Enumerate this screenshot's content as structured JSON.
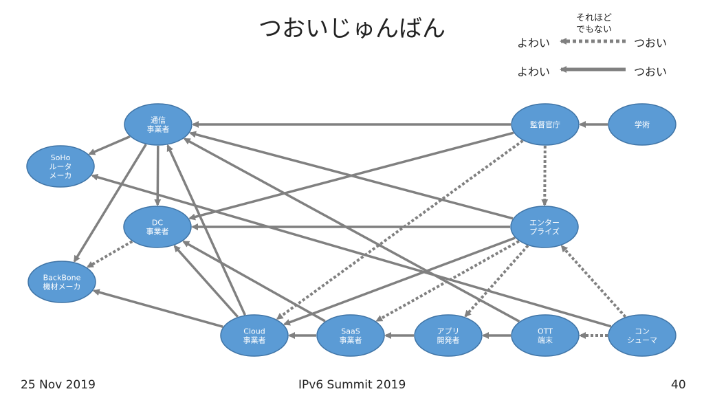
{
  "title": "つおいじゅんばん",
  "legend": {
    "dotted": {
      "note_line1": "それほど",
      "note_line2": "でもない",
      "weak": "よわい",
      "strong": "つおい"
    },
    "solid": {
      "weak": "よわい",
      "strong": "つおい"
    }
  },
  "colors": {
    "node_fill": "#5b9bd5",
    "node_stroke": "#3f74a6",
    "edge": "#808080",
    "label": "#ffffff"
  },
  "nodes": {
    "telecom": [
      "通信",
      "事業者"
    ],
    "soho": [
      "SoHo",
      "ルータ",
      "メーカ"
    ],
    "dc": [
      "DC",
      "事業者"
    ],
    "backbone": [
      "BackBone",
      "機材メーカ"
    ],
    "regulator": [
      "監督官庁"
    ],
    "academia": [
      "学術"
    ],
    "enterprise": [
      "エンター",
      "プライズ"
    ],
    "cloud": [
      "Cloud",
      "事業者"
    ],
    "saas": [
      "SaaS",
      "事業者"
    ],
    "appdev": [
      "アプリ",
      "開発者"
    ],
    "ott": [
      "OTT",
      "端末"
    ],
    "consumer": [
      "コン",
      "シューマ"
    ]
  },
  "edges": [
    {
      "from": "academia",
      "to": "regulator",
      "style": "solid"
    },
    {
      "from": "regulator",
      "to": "telecom",
      "style": "solid"
    },
    {
      "from": "regulator",
      "to": "dc",
      "style": "solid"
    },
    {
      "from": "regulator",
      "to": "enterprise",
      "style": "dotted"
    },
    {
      "from": "regulator",
      "to": "cloud",
      "style": "dotted"
    },
    {
      "from": "telecom",
      "to": "soho",
      "style": "solid"
    },
    {
      "from": "telecom",
      "to": "dc",
      "style": "solid"
    },
    {
      "from": "telecom",
      "to": "backbone",
      "style": "solid"
    },
    {
      "from": "enterprise",
      "to": "telecom",
      "style": "solid"
    },
    {
      "from": "enterprise",
      "to": "dc",
      "style": "solid"
    },
    {
      "from": "enterprise",
      "to": "cloud",
      "style": "solid"
    },
    {
      "from": "enterprise",
      "to": "saas",
      "style": "dotted"
    },
    {
      "from": "enterprise",
      "to": "appdev",
      "style": "dotted"
    },
    {
      "from": "consumer",
      "to": "soho",
      "style": "solid"
    },
    {
      "from": "consumer",
      "to": "enterprise",
      "style": "dotted"
    },
    {
      "from": "consumer",
      "to": "ott",
      "style": "dotted"
    },
    {
      "from": "ott",
      "to": "appdev",
      "style": "solid"
    },
    {
      "from": "ott",
      "to": "telecom",
      "style": "solid"
    },
    {
      "from": "appdev",
      "to": "saas",
      "style": "solid"
    },
    {
      "from": "saas",
      "to": "cloud",
      "style": "solid"
    },
    {
      "from": "saas",
      "to": "dc",
      "style": "solid"
    },
    {
      "from": "cloud",
      "to": "backbone",
      "style": "solid"
    },
    {
      "from": "cloud",
      "to": "dc",
      "style": "solid"
    },
    {
      "from": "cloud",
      "to": "telecom",
      "style": "solid"
    },
    {
      "from": "dc",
      "to": "backbone",
      "style": "dotted"
    }
  ],
  "footer": {
    "date": "25 Nov 2019",
    "event": "IPv6 Summit 2019",
    "page": "40"
  }
}
